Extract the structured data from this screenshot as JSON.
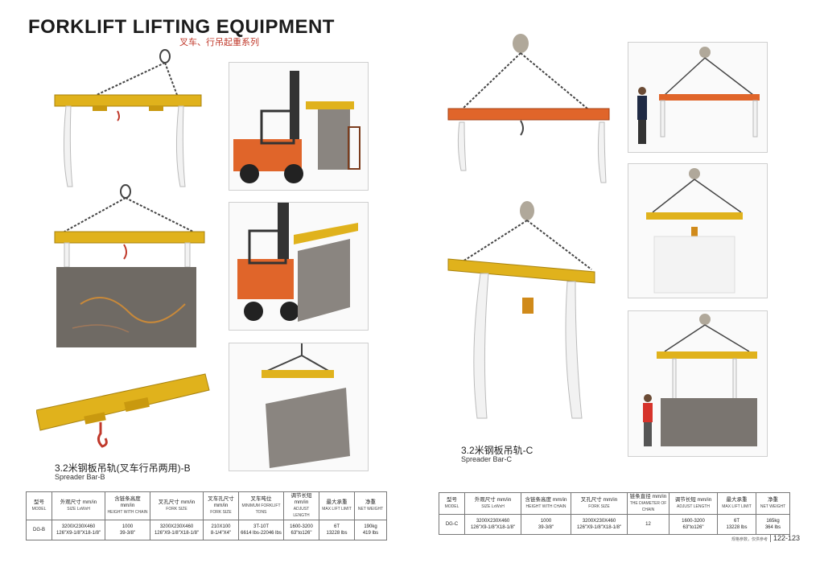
{
  "header": {
    "title": "FORKLIFT LIFTING EQUIPMENT",
    "subtitle": "叉车、行吊起重系列"
  },
  "left": {
    "caption_cn": "3.2米钢板吊轨(叉车行吊两用)-B",
    "caption_en": "Spreader Bar-B",
    "table": {
      "headers": [
        {
          "cn": "型号",
          "en": "MODEL"
        },
        {
          "cn": "外观尺寸 mm/in",
          "en": "SIZE LxWxH"
        },
        {
          "cn": "含链条高度 mm/in",
          "en": "HEIGHT WITH CHAIN"
        },
        {
          "cn": "叉孔尺寸 mm/in",
          "en": "FORK SIZE"
        },
        {
          "cn": "叉车孔尺寸 mm/in",
          "en": "FORK SIZE"
        },
        {
          "cn": "叉车吨位",
          "en": "MINIMUM FORKLIFT TONS"
        },
        {
          "cn": "调节长短 mm/in",
          "en": "ADJUST LENGTH"
        },
        {
          "cn": "最大承重",
          "en": "MAX LIFT LIMIT"
        },
        {
          "cn": "净重",
          "en": "NET WEIGHT"
        }
      ],
      "row": [
        {
          "l1": "DG-B",
          "l2": ""
        },
        {
          "l1": "3200X230X460",
          "l2": "126\"X9-1/8\"X18-1/8\""
        },
        {
          "l1": "1000",
          "l2": "39-3/8\""
        },
        {
          "l1": "3200X230X460",
          "l2": "126\"X9-1/8\"X18-1/8\""
        },
        {
          "l1": "210X100",
          "l2": "8-1/4\"X4\""
        },
        {
          "l1": "3T-10T",
          "l2": "6614 lbs-22046 lbs"
        },
        {
          "l1": "1600-3200",
          "l2": "63\"to126\""
        },
        {
          "l1": "6T",
          "l2": "13228 lbs"
        },
        {
          "l1": "190kg",
          "l2": "419 lbs"
        }
      ]
    }
  },
  "right": {
    "caption_cn": "3.2米钢板吊轨-C",
    "caption_en": "Spreader Bar-C",
    "table": {
      "headers": [
        {
          "cn": "型号",
          "en": "MODEL"
        },
        {
          "cn": "外观尺寸 mm/in",
          "en": "SIZE LxWxH"
        },
        {
          "cn": "含链条高度 mm/in",
          "en": "HEIGHT WITH CHAIN"
        },
        {
          "cn": "叉孔尺寸 mm/in",
          "en": "FORK SIZE"
        },
        {
          "cn": "链条直径 mm/in",
          "en": "THE DIAMETER OF CHAIN"
        },
        {
          "cn": "调节长短 mm/in",
          "en": "ADJUST LENGTH"
        },
        {
          "cn": "最大承重",
          "en": "MAX LIFT LIMIT"
        },
        {
          "cn": "净重",
          "en": "NET WEIGHT"
        }
      ],
      "row": [
        {
          "l1": "DG-C",
          "l2": ""
        },
        {
          "l1": "3200X230X460",
          "l2": "126\"X9-1/8\"X18-1/8\""
        },
        {
          "l1": "1000",
          "l2": "39-3/8\""
        },
        {
          "l1": "3200X230X460",
          "l2": "126\"X9-1/8\"X18-1/8\""
        },
        {
          "l1": "12",
          "l2": ""
        },
        {
          "l1": "1600-3200",
          "l2": "63\"to126\""
        },
        {
          "l1": "6T",
          "l2": "13228 lbs"
        },
        {
          "l1": "165kg",
          "l2": "364 lbs"
        }
      ]
    }
  },
  "footer": {
    "small_note": "规格参数，仅供参考",
    "page_numbers": "122-123"
  },
  "colors": {
    "yellow_beam": "#e0b21c",
    "orange_beam": "#e0652a",
    "chain": "#444444",
    "strap": "#f2f2f2",
    "stone": "#6f6a64"
  }
}
